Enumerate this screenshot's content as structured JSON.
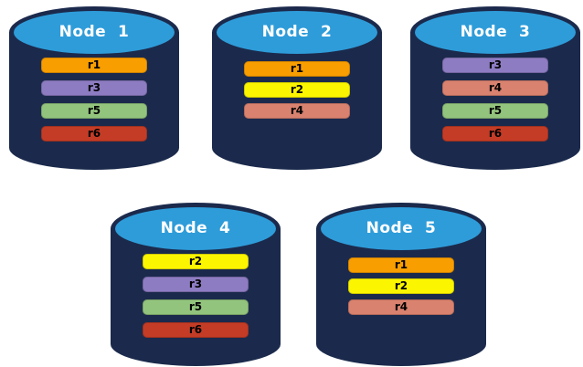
{
  "diagram": {
    "colors": {
      "cylinder_body": "#1b2a4c",
      "cylinder_cap": "#2e9cd9",
      "node_label_text": "#ffffff",
      "bar_label_text": "#000000"
    },
    "replica_colors": {
      "r1": "#f99e00",
      "r2": "#fcf500",
      "r3": "#8e7cc3",
      "r4": "#d9826f",
      "r5": "#93c47d",
      "r6": "#c43c26"
    },
    "nodes": [
      {
        "label": "Node  1",
        "replicas": [
          "r1",
          "r3",
          "r5",
          "r6"
        ]
      },
      {
        "label": "Node  2",
        "replicas": [
          "r1",
          "r2",
          "r4"
        ]
      },
      {
        "label": "Node  3",
        "replicas": [
          "r3",
          "r4",
          "r5",
          "r6"
        ]
      },
      {
        "label": "Node  4",
        "replicas": [
          "r2",
          "r3",
          "r5",
          "r6"
        ]
      },
      {
        "label": "Node  5",
        "replicas": [
          "r1",
          "r2",
          "r4"
        ]
      }
    ]
  }
}
